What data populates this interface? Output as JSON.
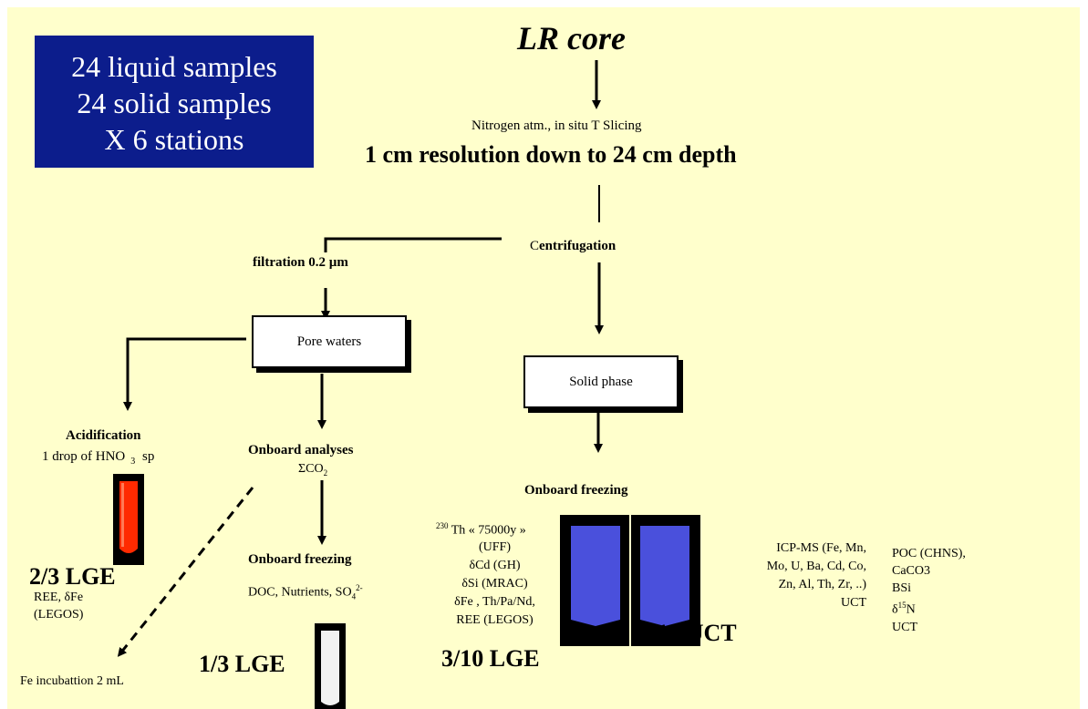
{
  "title": "LR core",
  "samples_box": [
    "24 liquid samples",
    "24 solid samples",
    "X 6 stations"
  ],
  "slicing_note": "Nitrogen atm., in situ T Slicing",
  "resolution": "1 cm resolution down to 24 cm depth",
  "centrifugation": {
    "first": "C",
    "rest": "entrifugation"
  },
  "filtration": "filtration 0.2 µm",
  "pore_waters": "Pore waters",
  "solid_phase": "Solid phase",
  "acidification": {
    "title": "Acidification",
    "line_pre": "1 drop of HNO",
    "line_sub": "3",
    "line_post": " sp"
  },
  "onboard_analyses": {
    "title": "Onboard analyses",
    "sigma": "ΣCO",
    "sub": "2"
  },
  "onboard_freezing_left": {
    "title": "Onboard freezing",
    "text_pre": "DOC, Nutrients, SO",
    "sub": "4",
    "sup": "2-"
  },
  "onboard_freezing_right": "Onboard freezing",
  "lge_2_3": "2/3 LGE",
  "lge_2_3_note": [
    "REE, δFe",
    "(LEGOS)"
  ],
  "fe_incubation": "Fe incubattion 2 mL",
  "lge_1_3": "1/3 LGE",
  "lge_3_10": "3/10 LGE",
  "uct_7_10": "7/10 UCT",
  "lge_list": {
    "th_sup": "230",
    "th_rest": " Th « 75000y »",
    "lines": [
      "(UFF)",
      "δCd (GH)",
      "δSi (MRAC)",
      "δFe , Th/Pa/Nd,",
      "REE (LEGOS)"
    ]
  },
  "icpms_list": [
    "ICP-MS (Fe, Mn,",
    "Mo, U, Ba, Cd, Co,",
    "Zn, Al, Th, Zr, ..)",
    "UCT"
  ],
  "poc_list": {
    "lines": [
      "POC (CHNS),",
      "CaCO3",
      "BSi"
    ],
    "delta_pre": "δ",
    "delta_sup": "15",
    "delta_post": "N",
    "last": "UCT"
  },
  "colors": {
    "background": "#ffffcc",
    "samples_box": "#0c1d8c",
    "vial_red": "#ff2a00",
    "vial_blue": "#4a50dc",
    "vial_white": "#f2f2f2"
  }
}
